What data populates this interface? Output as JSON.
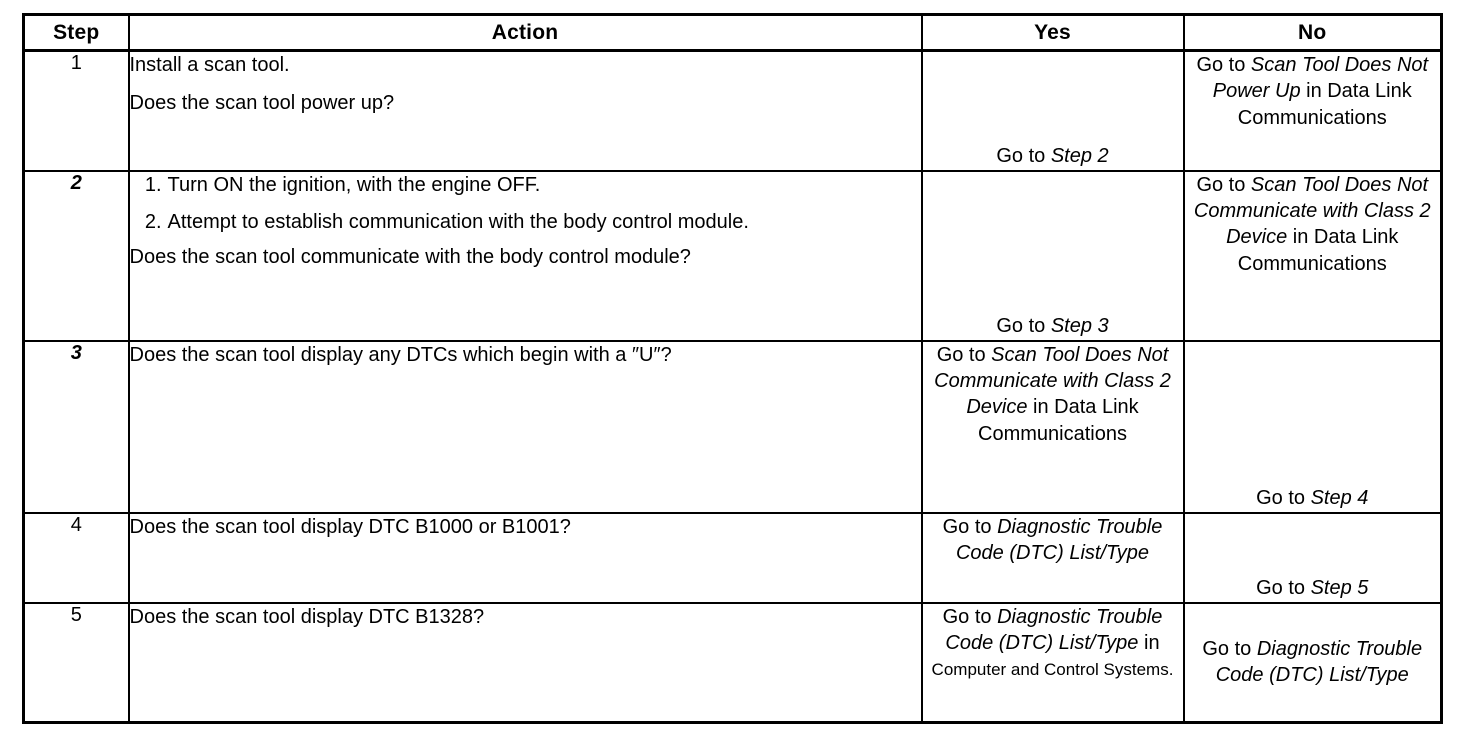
{
  "table": {
    "columns": [
      "Step",
      "Action",
      "Yes",
      "No"
    ],
    "rows": [
      {
        "step": "1",
        "step_italic": false,
        "action_paragraphs": [
          "Install a scan tool.",
          "Does the scan tool power up?"
        ],
        "action_list": [],
        "yes": "Go to Step 2",
        "yes_plain": "Go to ",
        "yes_italic": "Step 2",
        "yes_align": "bottom",
        "no_segments": [
          {
            "text": "Go to ",
            "style": "normal"
          },
          {
            "text": "Scan Tool Does Not Power Up",
            "style": "italic"
          },
          {
            "text": " in Data Link Communications",
            "style": "normal"
          }
        ],
        "no_align": "top"
      },
      {
        "step": "2",
        "step_italic": true,
        "action_paragraphs": [
          "Does the scan tool communicate with the body control module?"
        ],
        "action_list": [
          "Turn ON the ignition, with the engine OFF.",
          "Attempt to establish communication with the body control module."
        ],
        "yes_plain": "Go to ",
        "yes_italic": "Step 3",
        "yes_align": "bottom",
        "no_segments": [
          {
            "text": "Go to ",
            "style": "normal"
          },
          {
            "text": "Scan Tool Does Not Communicate with Class 2 Device",
            "style": "italic"
          },
          {
            "text": " in Data Link Communications",
            "style": "normal"
          }
        ],
        "no_align": "top"
      },
      {
        "step": "3",
        "step_italic": true,
        "action_paragraphs": [
          "Does the scan tool display any DTCs which begin with a ″U″?"
        ],
        "action_list": [],
        "yes_segments": [
          {
            "text": "Go to ",
            "style": "normal"
          },
          {
            "text": "Scan Tool Does Not Communicate with Class 2 Device",
            "style": "italic"
          },
          {
            "text": " in Data Link Communications",
            "style": "normal"
          }
        ],
        "yes_align": "top",
        "no_plain": "Go to ",
        "no_italic": "Step 4",
        "no_align": "bottom"
      },
      {
        "step": "4",
        "step_italic": false,
        "action_paragraphs": [
          "Does the scan tool display DTC B1000 or B1001?"
        ],
        "action_list": [],
        "yes_segments": [
          {
            "text": "Go to ",
            "style": "normal"
          },
          {
            "text": "Diagnostic Trouble Code (DTC) List/Type",
            "style": "italic"
          }
        ],
        "yes_align": "top",
        "no_plain": "Go to ",
        "no_italic": "Step 5",
        "no_align": "bottom"
      },
      {
        "step": "5",
        "step_italic": false,
        "action_paragraphs": [
          "Does the scan tool display DTC B1328?"
        ],
        "action_list": [],
        "yes_segments": [
          {
            "text": "Go to ",
            "style": "normal"
          },
          {
            "text": "Diagnostic Trouble Code (DTC) List/Type",
            "style": "italic"
          },
          {
            "text": " in ",
            "style": "normal"
          },
          {
            "text": "Computer and Control Systems.",
            "style": "small"
          }
        ],
        "yes_align": "top",
        "no_segments": [
          {
            "text": "Go to ",
            "style": "normal"
          },
          {
            "text": "Diagnostic Trouble Code (DTC) List/Type",
            "style": "italic"
          }
        ],
        "no_align": "middle"
      }
    ]
  }
}
